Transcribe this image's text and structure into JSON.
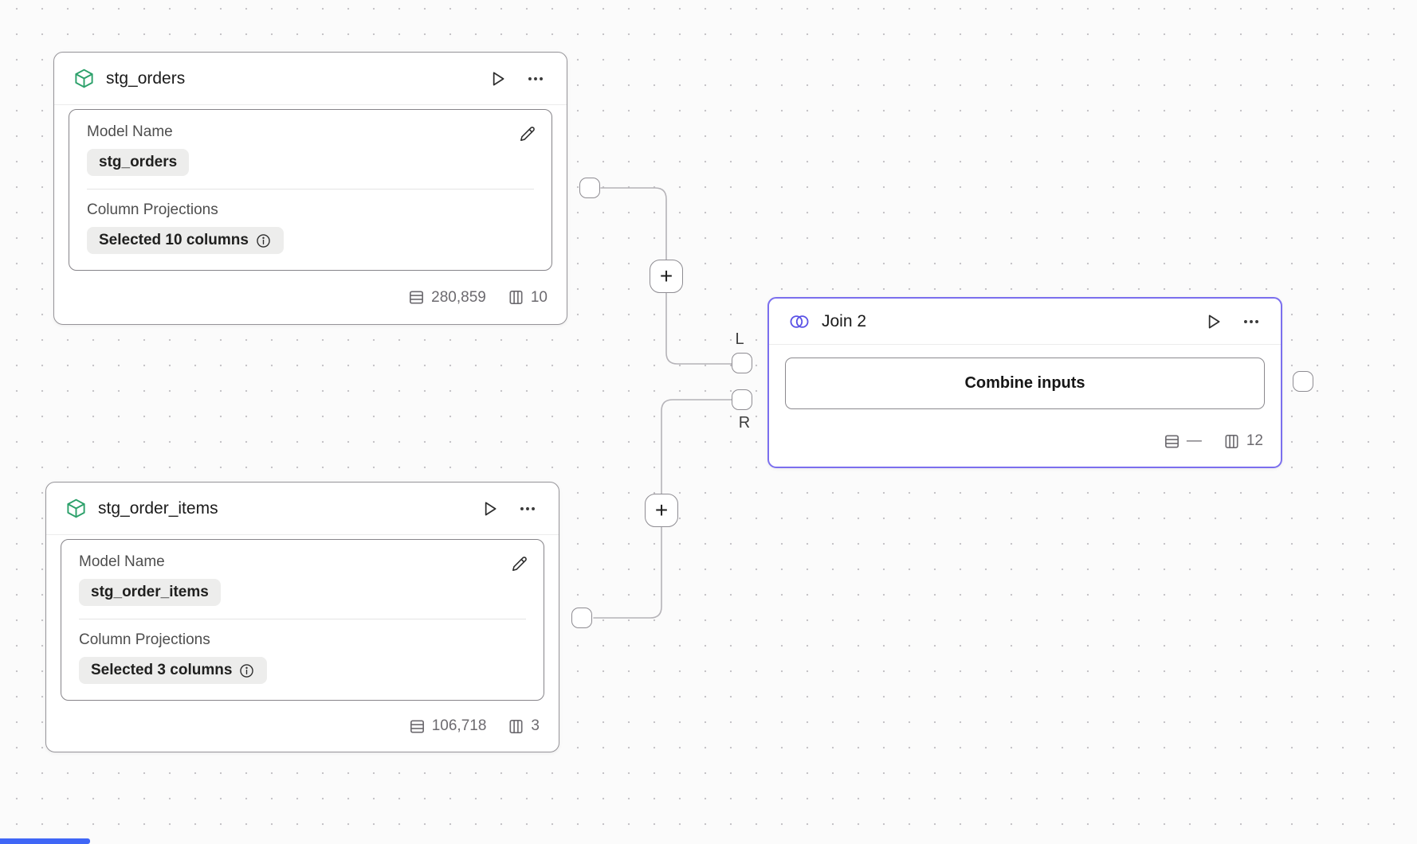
{
  "canvas": {
    "background_color": "#fbfbfb",
    "dot_color": "#c6c4c8",
    "edge_color": "#b5b3b8",
    "accent_green": "#2ca06a",
    "accent_purple": "#5a52e6",
    "join_border_color": "#7b6fee",
    "scrollbar_color": "#3f66f6"
  },
  "model_card": {
    "model_name_label": "Model Name",
    "column_projections_label": "Column Projections"
  },
  "nodes": {
    "stg_orders": {
      "title": "stg_orders",
      "model_name": "stg_orders",
      "projection_summary": "Selected 10 columns",
      "row_count": "280,859",
      "column_count": "10"
    },
    "stg_order_items": {
      "title": "stg_order_items",
      "model_name": "stg_order_items",
      "projection_summary": "Selected 3 columns",
      "row_count": "106,718",
      "column_count": "3"
    },
    "join2": {
      "title": "Join 2",
      "body_button_label": "Combine inputs",
      "row_count": "—",
      "column_count": "12",
      "left_port_label": "L",
      "right_port_label": "R"
    }
  },
  "edge_controls": {
    "add_button": "+"
  }
}
